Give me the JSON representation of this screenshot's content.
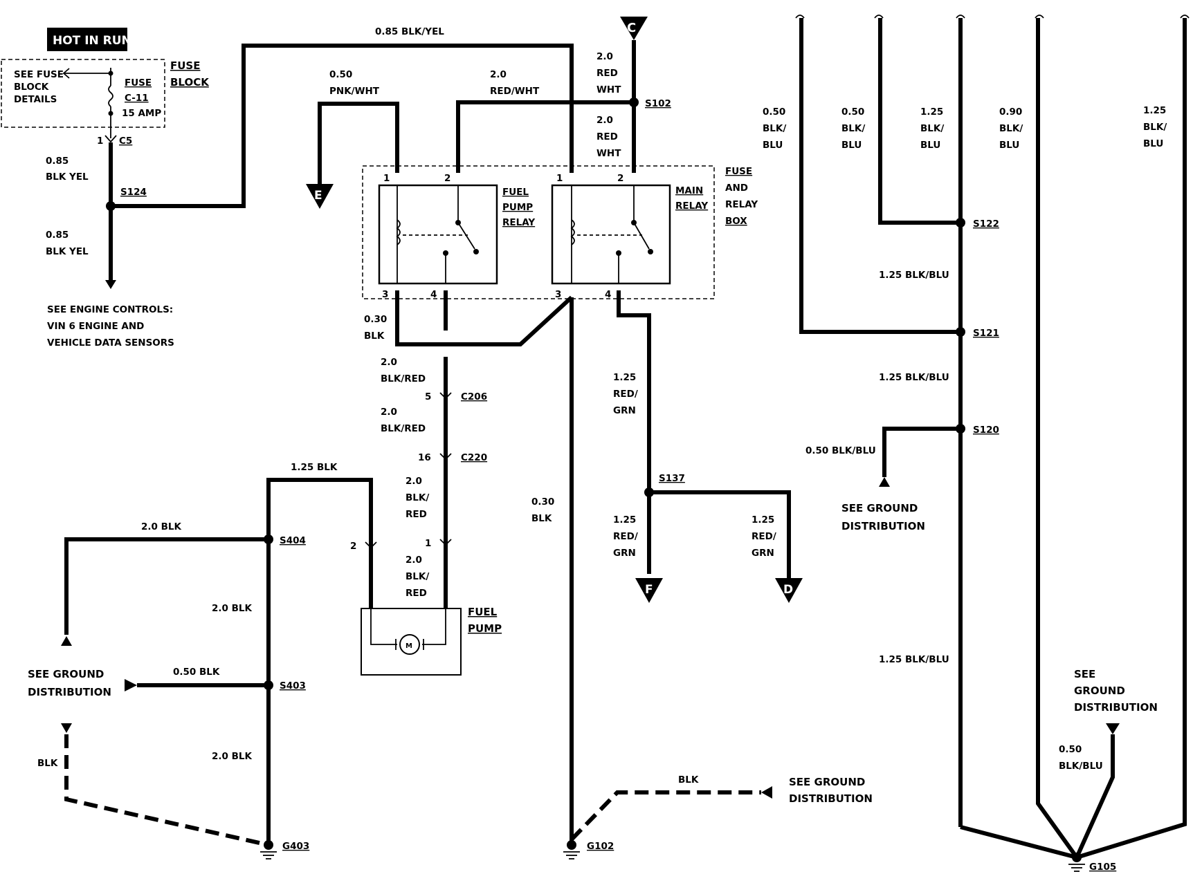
{
  "header": {
    "hot_in_run": "HOT IN RUN"
  },
  "fuse_block": {
    "title_line1": "FUSE",
    "title_line2": "BLOCK",
    "see_fuse_line1": "SEE FUSE",
    "see_fuse_line2": "BLOCK",
    "see_fuse_line3": "DETAILS",
    "fuse_label": "FUSE",
    "fuse_id": "C-11",
    "fuse_rating": "15 AMP"
  },
  "connectors": {
    "c5_pin": "1",
    "c5": "C5",
    "c206_pin": "5",
    "c206": "C206",
    "c220_pin": "16",
    "c220": "C220",
    "pump_pin1": "1",
    "pump_pin2": "2"
  },
  "splices": {
    "s124": "S124",
    "s102": "S102",
    "s137": "S137",
    "s404": "S404",
    "s403": "S403",
    "s122": "S122",
    "s121": "S121",
    "s120": "S120"
  },
  "grounds": {
    "g403": "G403",
    "g102": "G102",
    "g105": "G105"
  },
  "off_page": {
    "c": "C",
    "e": "E",
    "f": "F",
    "d": "D"
  },
  "relay_box": {
    "title_line1": "FUSE",
    "title_line2": "AND",
    "title_line3": "RELAY",
    "title_line4": "BOX",
    "fuel_pump_relay_line1": "FUEL",
    "fuel_pump_relay_line2": "PUMP",
    "fuel_pump_relay_line3": "RELAY",
    "main_relay_line1": "MAIN",
    "main_relay_line2": "RELAY",
    "pin1": "1",
    "pin2": "2",
    "pin3": "3",
    "pin4": "4"
  },
  "fuel_pump": {
    "line1": "FUEL",
    "line2": "PUMP",
    "motor": "M"
  },
  "wires": {
    "w_085_blk_yel_top": "0.85 BLK/YEL",
    "w_085_a1": "0.85",
    "w_085_a2": "BLK YEL",
    "w_085_b1": "0.85",
    "w_085_b2": "BLK YEL",
    "w_050_pnk1": "0.50",
    "w_050_pnk2": "PNK/WHT",
    "w_20_redwht1": "2.0",
    "w_20_redwht2": "RED/WHT",
    "w_20_red_a1": "2.0",
    "w_20_red_a2": "RED",
    "w_20_red_a3": "WHT",
    "w_20_red_b1": "2.0",
    "w_20_red_b2": "RED",
    "w_20_red_b3": "WHT",
    "w_030_blk_a1": "0.30",
    "w_030_blk_a2": "BLK",
    "w_20_blkred_a1": "2.0",
    "w_20_blkred_a2": "BLK/RED",
    "w_20_blkred_b1": "2.0",
    "w_20_blkred_b2": "BLK/RED",
    "w_20_blkred_c1": "2.0",
    "w_20_blkred_c2": "BLK/",
    "w_20_blkred_c3": "RED",
    "w_20_blkred_d1": "2.0",
    "w_20_blkred_d2": "BLK/",
    "w_20_blkred_d3": "RED",
    "w_125_blk": "1.25 BLK",
    "w_20_blk_a": "2.0 BLK",
    "w_20_blk_b": "2.0 BLK",
    "w_050_blk": "0.50 BLK",
    "w_20_blk_c": "2.0 BLK",
    "w_blk_left": "BLK",
    "w_030_blk_b1": "0.30",
    "w_030_blk_b2": "BLK",
    "w_blk_bottom": "BLK",
    "w_125_redgrn_a1": "1.25",
    "w_125_redgrn_a2": "RED/",
    "w_125_redgrn_a3": "GRN",
    "w_125_redgrn_b1": "1.25",
    "w_125_redgrn_b2": "RED/",
    "w_125_redgrn_b3": "GRN",
    "w_125_redgrn_c1": "1.25",
    "w_125_redgrn_c2": "RED/",
    "w_125_redgrn_c3": "GRN",
    "w_r1_1": "0.50",
    "w_r1_2": "BLK/",
    "w_r1_3": "BLU",
    "w_r2_1": "0.50",
    "w_r2_2": "BLK/",
    "w_r2_3": "BLU",
    "w_r3_1": "1.25",
    "w_r3_2": "BLK/",
    "w_r3_3": "BLU",
    "w_r4_1": "0.90",
    "w_r4_2": "BLK/",
    "w_r4_3": "BLU",
    "w_r5_1": "1.25",
    "w_r5_2": "BLK/",
    "w_r5_3": "BLU",
    "w_125_blkblu_a": "1.25 BLK/BLU",
    "w_125_blkblu_b": "1.25 BLK/BLU",
    "w_125_blkblu_c": "1.25 BLK/BLU",
    "w_050_blkblu_s120": "0.50 BLK/BLU",
    "w_050_blkblu_g1": "0.50",
    "w_050_blkblu_g2": "BLK/BLU"
  },
  "notes": {
    "engine_line1": "SEE ENGINE CONTROLS:",
    "engine_line2": "VIN 6 ENGINE AND",
    "engine_line3": "VEHICLE DATA SENSORS",
    "ground_left_line1": "SEE GROUND",
    "ground_left_line2": "DISTRIBUTION",
    "ground_mid_line1": "SEE GROUND",
    "ground_mid_line2": "DISTRIBUTION",
    "ground_s120_line1": "SEE GROUND",
    "ground_s120_line2": "DISTRIBUTION",
    "ground_right_line1": "SEE",
    "ground_right_line2": "GROUND",
    "ground_right_line3": "DISTRIBUTION"
  }
}
